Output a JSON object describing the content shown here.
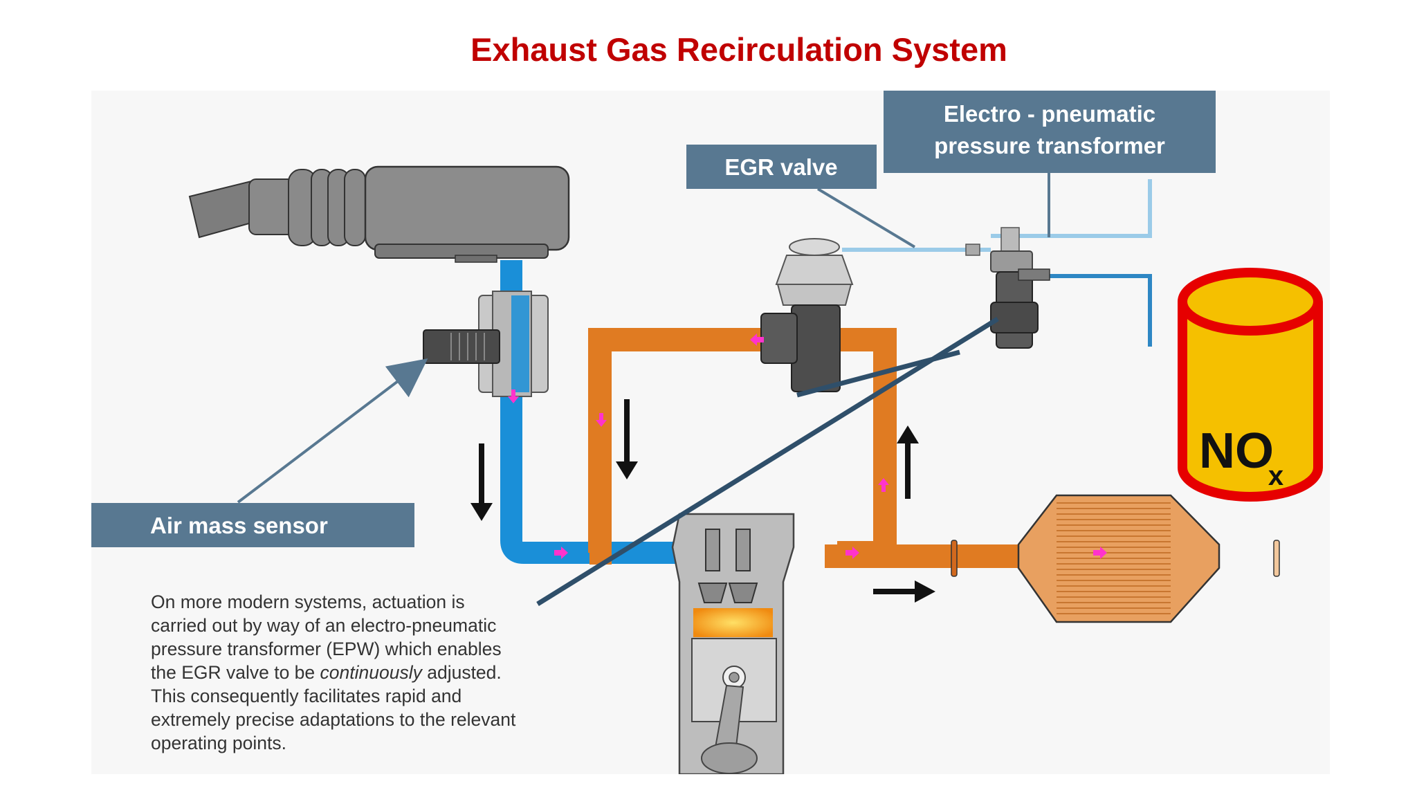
{
  "title": "Exhaust Gas Recirculation System",
  "labels": {
    "egr_valve": "EGR valve",
    "epw_line1": "Electro - pneumatic",
    "epw_line2": "pressure transformer",
    "air_mass_sensor": "Air mass sensor",
    "nox_main": "NO",
    "nox_sub": "x"
  },
  "description": {
    "line1": "On more modern systems, actuation is",
    "line2": "carried out by way of an electro-pneumatic",
    "line3": "pressure transformer (EPW) which enables",
    "line4_before": "the EGR valve to be ",
    "line4_italic": "continuously",
    "line4_after": " adjusted.",
    "line5": "This consequently facilitates rapid and",
    "line6": "extremely precise adaptations to the relevant",
    "line7": "operating points."
  },
  "colors": {
    "title": "#c00000",
    "intake_air": "#1a8fd8",
    "exhaust_gas": "#e07b22",
    "label_box": "#587891",
    "nox_fill": "#f5c000",
    "nox_border": "#e60000",
    "flow_marker": "#ff33cc"
  },
  "icons": {
    "air_filter": "air-filter-housing-icon",
    "sensor": "air-mass-sensor-icon",
    "egr_valve": "egr-valve-icon",
    "epw": "pressure-transformer-icon",
    "engine": "engine-cylinder-icon",
    "catalyst": "catalytic-converter-icon",
    "nox": "nox-cylinder-icon"
  }
}
